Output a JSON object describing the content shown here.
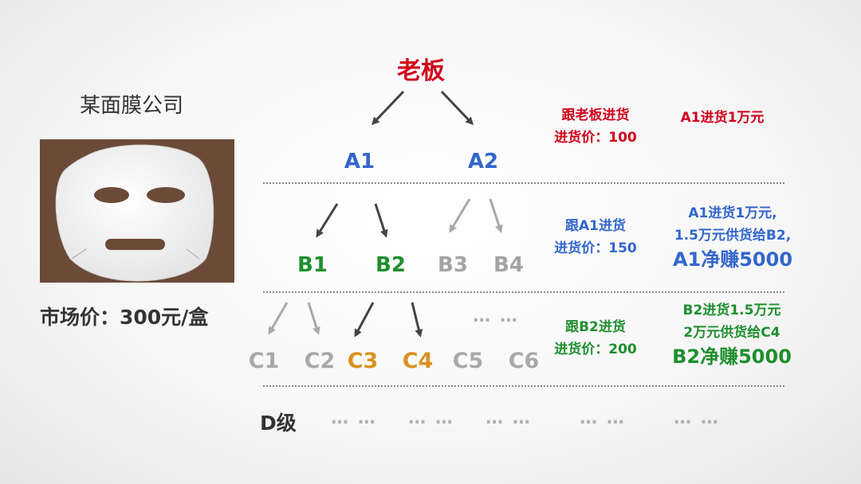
{
  "left": {
    "company": "某面膜公司",
    "market_price": "市场价：300元/盒"
  },
  "tree": {
    "boss": "老板",
    "A": [
      "A1",
      "A2"
    ],
    "B": [
      "B1",
      "B2",
      "B3",
      "B4"
    ],
    "C": [
      "C1",
      "C2",
      "C3",
      "C4",
      "C5",
      "C6"
    ],
    "c_level_dots": "… …",
    "d_label": "D级",
    "d_dots": "… …"
  },
  "info": {
    "row1": {
      "source": "跟老板进货",
      "price": "进货价：100",
      "note": "A1进货1万元"
    },
    "row2": {
      "source": "跟A1进货",
      "price": "进货价：150",
      "note_line1": "A1进货1万元,",
      "note_line2": "1.5万元供货给B2,",
      "profit": "A1净赚5000"
    },
    "row3": {
      "source": "跟B2进货",
      "price": "进货价：200",
      "note_line1": "B2进货1.5万元",
      "note_line2": "2万元供货给C4",
      "profit": "B2净赚5000"
    }
  },
  "colors": {
    "boss": "#d0021b",
    "level_a": "#3366cc",
    "level_b_active": "#1f8f2e",
    "level_c_active": "#d89221",
    "inactive": "#a3a3a3",
    "arrow_active": "#444444",
    "arrow_inactive": "#a8a8a8"
  }
}
